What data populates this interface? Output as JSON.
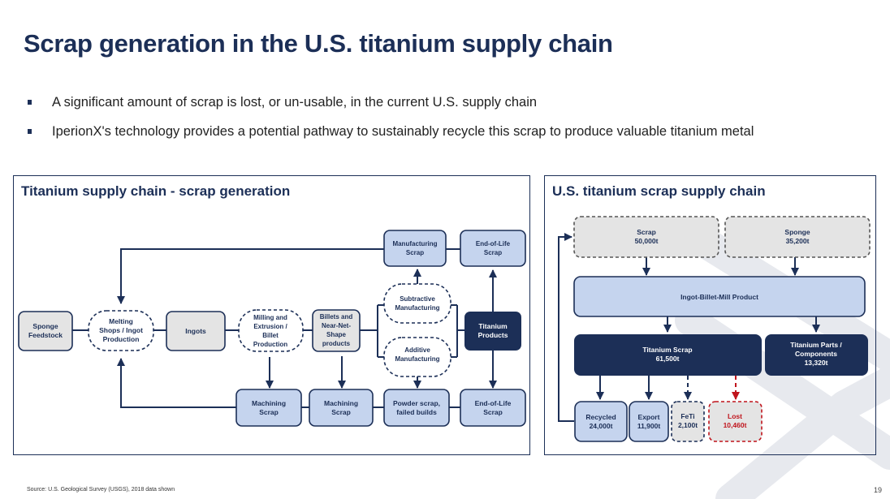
{
  "slide": {
    "title": "Scrap generation in the U.S. titanium supply chain",
    "bullets": [
      "A significant amount of scrap is lost, or un-usable, in the current U.S. supply chain",
      "IperionX's technology provides a potential pathway to sustainably recycle this scrap to produce valuable titanium metal"
    ],
    "source": "Source: U.S. Geological Survey (USGS), 2018 data shown",
    "page_number": "19"
  },
  "left_panel": {
    "title": "Titanium supply chain - scrap generation",
    "nodes": {
      "sponge_feedstock": [
        "Sponge",
        "Feedstock"
      ],
      "melting": [
        "Melting",
        "Shops / Ingot",
        "Production"
      ],
      "ingots": [
        "Ingots"
      ],
      "milling": [
        "Milling and",
        "Extrusion /",
        "Billet",
        "Production"
      ],
      "billets": [
        "Billets and",
        "Near-Net-",
        "Shape",
        "products"
      ],
      "subtractive": [
        "Subtractive",
        "Manufacturing"
      ],
      "additive": [
        "Additive",
        "Manufacturing"
      ],
      "titanium_products": [
        "Titanium",
        "Products"
      ],
      "manufacturing_scrap": [
        "Manufacturing",
        "Scrap"
      ],
      "eol_scrap_top": [
        "End-of-Life",
        "Scrap"
      ],
      "machining_scrap_1": [
        "Machining",
        "Scrap"
      ],
      "machining_scrap_2": [
        "Machining",
        "Scrap"
      ],
      "powder_scrap": [
        "Powder scrap,",
        "failed builds"
      ],
      "eol_scrap_bottom": [
        "End-of-Life",
        "Scrap"
      ]
    }
  },
  "right_panel": {
    "title": "U.S. titanium scrap supply chain",
    "nodes": {
      "scrap": {
        "label": "Scrap",
        "value": "50,000t"
      },
      "sponge": {
        "label": "Sponge",
        "value": "35,200t"
      },
      "ingot_billet_mill": {
        "label": "Ingot-Billet-Mill Product"
      },
      "titanium_scrap": {
        "label": "Titanium Scrap",
        "value": "61,500t"
      },
      "titanium_parts": {
        "label": "Titanium Parts /",
        "label2": "Components",
        "value": "13,320t"
      },
      "recycled": {
        "label": "Recycled",
        "value": "24,000t"
      },
      "export": {
        "label": "Export",
        "value": "11,900t"
      },
      "feti": {
        "label": "FeTi",
        "value": "2,100t"
      },
      "lost": {
        "label": "Lost",
        "value": "10,460t"
      }
    }
  },
  "colors": {
    "navy": "#1c2f57",
    "light_blue": "#c5d4ee",
    "grey_fill": "#e4e4e4",
    "lost_red": "#c0141c",
    "watermark": "#e6e8ec"
  }
}
